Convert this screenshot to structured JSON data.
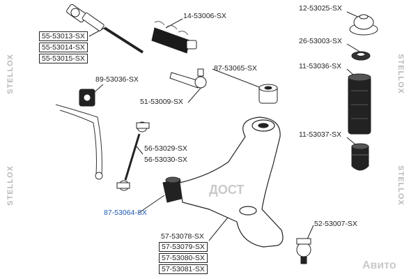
{
  "parts": {
    "p55_13": "55-53013-SX",
    "p55_14": "55-53014-SX",
    "p55_15": "55-53015-SX",
    "p14_06": "14-53006-SX",
    "p12_25": "12-53025-SX",
    "p26_03": "26-53003-SX",
    "p11_36": "11-53036-SX",
    "p11_37": "11-53037-SX",
    "p89_36": "89-53036-SX",
    "p87_65": "87-53065-SX",
    "p51_09": "51-53009-SX",
    "p56_29": "56-53029-SX",
    "p56_30": "56-53030-SX",
    "p87_64": "87-53064-SX",
    "p52_07": "52-53007-SX",
    "p57_78": "57-53078-SX",
    "p57_79": "57-53079-SX",
    "p57_80": "57-53080-SX",
    "p57_81": "57-53081-SX"
  },
  "watermark": {
    "side_text": "STELLOX",
    "center_logo": "ДОСТ",
    "corner_logo": "Авито"
  },
  "colors": {
    "line": "#222222",
    "highlight": "#1c58b8",
    "part_fill": "#ffffff",
    "rubber": "#1a1a1a",
    "watermark": "#b9b9b9"
  }
}
